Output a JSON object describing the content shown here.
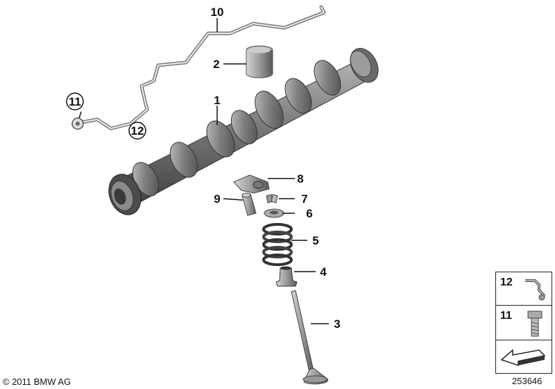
{
  "callouts": {
    "c1": "1",
    "c2": "2",
    "c3": "3",
    "c4": "4",
    "c5": "5",
    "c6": "6",
    "c7": "7",
    "c8": "8",
    "c9": "9",
    "c10": "10",
    "c11": "11",
    "c12": "12"
  },
  "legend": {
    "row1": "12",
    "row2": "11"
  },
  "footer": {
    "copyright": "© 2011 BMW AG",
    "diagram_id": "253646"
  },
  "colors": {
    "part_dark": "#5e5e5e",
    "part_mid": "#8a8a8a",
    "part_light": "#bdbdbd",
    "line": "#111111"
  }
}
